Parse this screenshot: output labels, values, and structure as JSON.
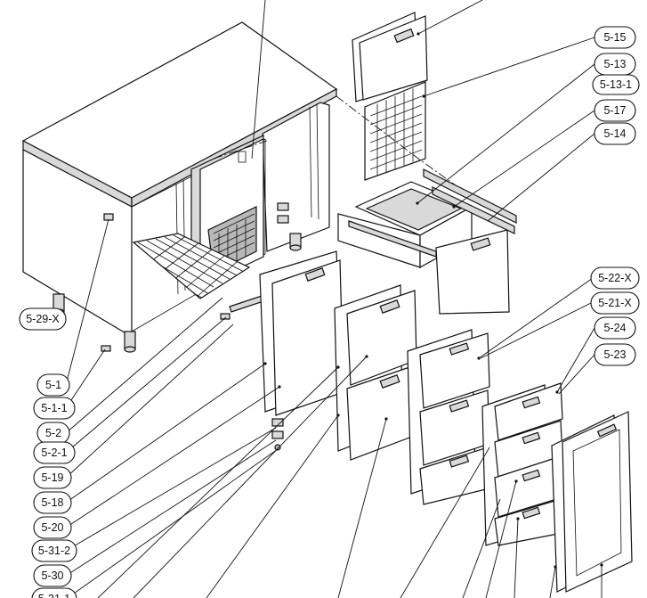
{
  "diagram": {
    "callouts": {
      "c_5_15": "5-15",
      "c_5_13": "5-13",
      "c_5_13_1": "5-13-1",
      "c_5_17": "5-17",
      "c_5_14": "5-14",
      "c_5_22_x": "5-22-X",
      "c_5_21_x": "5-21-X",
      "c_5_24": "5-24",
      "c_5_23": "5-23",
      "c_5_29_x": "5-29-X",
      "c_5_1": "5-1",
      "c_5_1_1": "5-1-1",
      "c_5_2": "5-2",
      "c_5_2_1": "5-2-1",
      "c_5_19": "5-19",
      "c_5_18": "5-18",
      "c_5_20": "5-20",
      "c_5_31_2": "5-31-2",
      "c_5_30": "5-30",
      "c_5_31_1": "5-31-1"
    }
  }
}
